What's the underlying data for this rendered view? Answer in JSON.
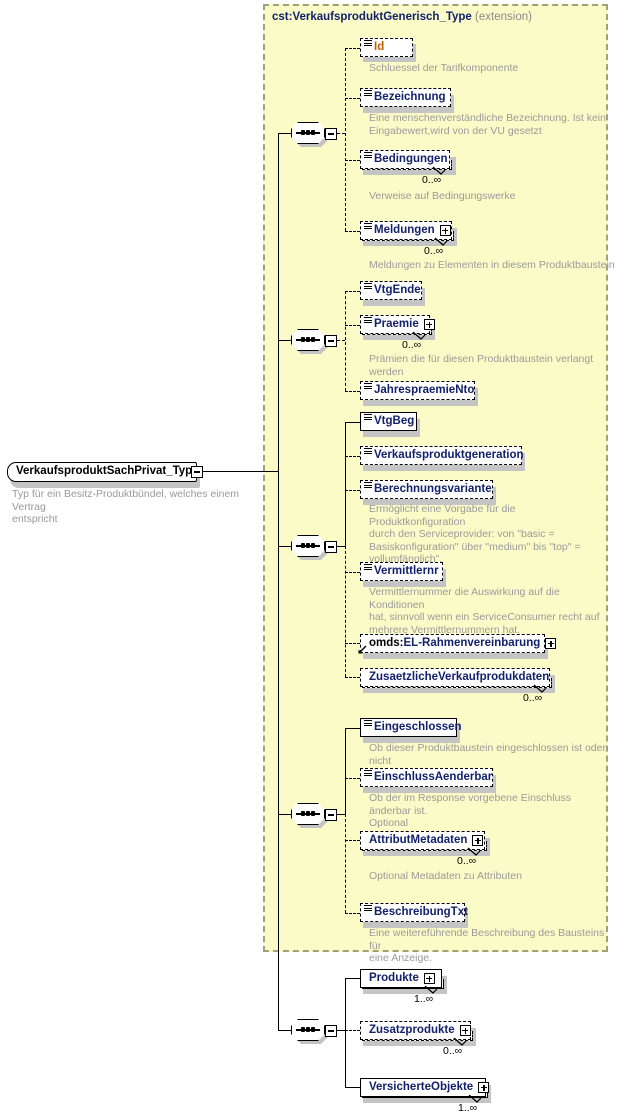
{
  "diagram": {
    "kind": "xml-schema-element-diagram",
    "root": {
      "name": "VerkaufsproduktSachPrivat_Type",
      "documentation": "Typ für ein Besitz-Produktbündel, welches einem Vertrag\nentspricht",
      "expander": "minus"
    },
    "extension_panel": {
      "title": "cst:VerkaufsproduktGenerisch_Type",
      "title_suffix": "(extension)"
    },
    "groups": [
      {
        "id": "group-1",
        "compositor": "sequence",
        "children": [
          {
            "name": "Id",
            "occurrence": "",
            "documentation": "Schluessel der Tarifkomponente",
            "required": false,
            "has_attributes": true,
            "expandable": false,
            "repeating": false
          },
          {
            "name": "Bezeichnung",
            "occurrence": "",
            "documentation": "Eine menschenverständliche Bezeichnung. Ist kein\nEingabewert,wird von der VU gesetzt",
            "required": false,
            "has_attributes": true,
            "expandable": false,
            "repeating": false
          },
          {
            "name": "Bedingungen",
            "occurrence": "0..∞",
            "documentation": "Verweise auf Bedingungswerke",
            "required": false,
            "has_attributes": true,
            "expandable": false,
            "repeating": true
          },
          {
            "name": "Meldungen",
            "occurrence": "0..∞",
            "documentation": "Meldungen zu Elementen in diesem Produktbaustein",
            "required": false,
            "has_attributes": true,
            "expandable": true,
            "repeating": true
          }
        ]
      },
      {
        "id": "group-2",
        "compositor": "sequence",
        "children": [
          {
            "name": "VtgEnde",
            "occurrence": "",
            "documentation": "",
            "required": false,
            "has_attributes": true,
            "expandable": false,
            "repeating": false
          },
          {
            "name": "Praemie",
            "occurrence": "0..∞",
            "documentation": "Prämien die für diesen Produktbaustein verlangt werden",
            "required": false,
            "has_attributes": true,
            "expandable": true,
            "repeating": true
          },
          {
            "name": "JahrespraemieNto",
            "occurrence": "",
            "documentation": "",
            "required": false,
            "has_attributes": true,
            "expandable": false,
            "repeating": false
          }
        ]
      },
      {
        "id": "group-3",
        "compositor": "sequence",
        "children": [
          {
            "name": "VtgBeg",
            "occurrence": "",
            "documentation": "",
            "required": true,
            "has_attributes": true,
            "expandable": false,
            "repeating": false
          },
          {
            "name": "Verkaufsproduktgeneration",
            "occurrence": "",
            "documentation": "",
            "required": false,
            "has_attributes": true,
            "expandable": false,
            "repeating": false
          },
          {
            "name": "Berechnungsvariante",
            "occurrence": "",
            "documentation": "Ermöglicht eine Vorgabe für die Produktkonfiguration\ndurch den Serviceprovider: von \"basic =\nBasiskonfiguration\" über \"medium\" bis \"top\" =\nvollumfänglich\".",
            "required": false,
            "has_attributes": true,
            "expandable": false,
            "repeating": false
          },
          {
            "name": "Vermittlernr",
            "occurrence": "",
            "documentation": "Vermittlernummer die Auswirkung auf die Konditionen\nhat, sinnvoll wenn ein ServiceConsumer recht auf\nmehrere Vermittlernummern hat.",
            "required": false,
            "has_attributes": true,
            "expandable": false,
            "repeating": false
          },
          {
            "name": "omds:EL-Rahmenvereinbarung",
            "prefix": "omds:",
            "occurrence": "",
            "documentation": "",
            "required": false,
            "has_attributes": false,
            "is_reference": true,
            "expandable": true,
            "repeating": false
          },
          {
            "name": "ZusaetzlicheVerkaufprodukdaten",
            "occurrence": "0..∞",
            "documentation": "",
            "required": false,
            "has_attributes": false,
            "expandable": false,
            "repeating": true
          }
        ]
      },
      {
        "id": "group-4",
        "compositor": "sequence",
        "children": [
          {
            "name": "Eingeschlossen",
            "occurrence": "",
            "documentation": "Ob dieser Produktbaustein eingeschlossen ist oder nicht",
            "required": true,
            "has_attributes": true,
            "expandable": false,
            "repeating": false
          },
          {
            "name": "EinschlussAenderbar",
            "occurrence": "",
            "documentation": "Ob der im Response vorgebene Einschluss änderbar ist.\nOptional",
            "required": false,
            "has_attributes": true,
            "expandable": false,
            "repeating": false
          },
          {
            "name": "AttributMetadaten",
            "occurrence": "0..∞",
            "documentation": "Optional Metadaten zu Attributen",
            "required": false,
            "has_attributes": false,
            "expandable": true,
            "repeating": true
          },
          {
            "name": "BeschreibungTxt",
            "occurrence": "",
            "documentation": "Eine weitereführende Beschreibung des Bausteins für\neine Anzeige.",
            "required": false,
            "has_attributes": true,
            "expandable": false,
            "repeating": false
          }
        ]
      },
      {
        "id": "group-5",
        "compositor": "sequence",
        "inside_extension": false,
        "children": [
          {
            "name": "Produkte",
            "occurrence": "1..∞",
            "documentation": "",
            "required": true,
            "has_attributes": false,
            "expandable": true,
            "repeating": true
          },
          {
            "name": "Zusatzprodukte",
            "occurrence": "0..∞",
            "documentation": "",
            "required": false,
            "has_attributes": false,
            "expandable": true,
            "repeating": true
          },
          {
            "name": "VersicherteObjekte",
            "occurrence": "1..∞",
            "documentation": "",
            "required": true,
            "has_attributes": false,
            "expandable": true,
            "repeating": true
          }
        ]
      }
    ],
    "colors": {
      "extension_fill": "#fbfbc8",
      "extension_border": "#a0a07a",
      "element_label": "#12216b",
      "attribute_label": "#c06000",
      "documentation": "#9a9a9a",
      "line": "#000000",
      "shadow": "#c4c4c4"
    }
  }
}
